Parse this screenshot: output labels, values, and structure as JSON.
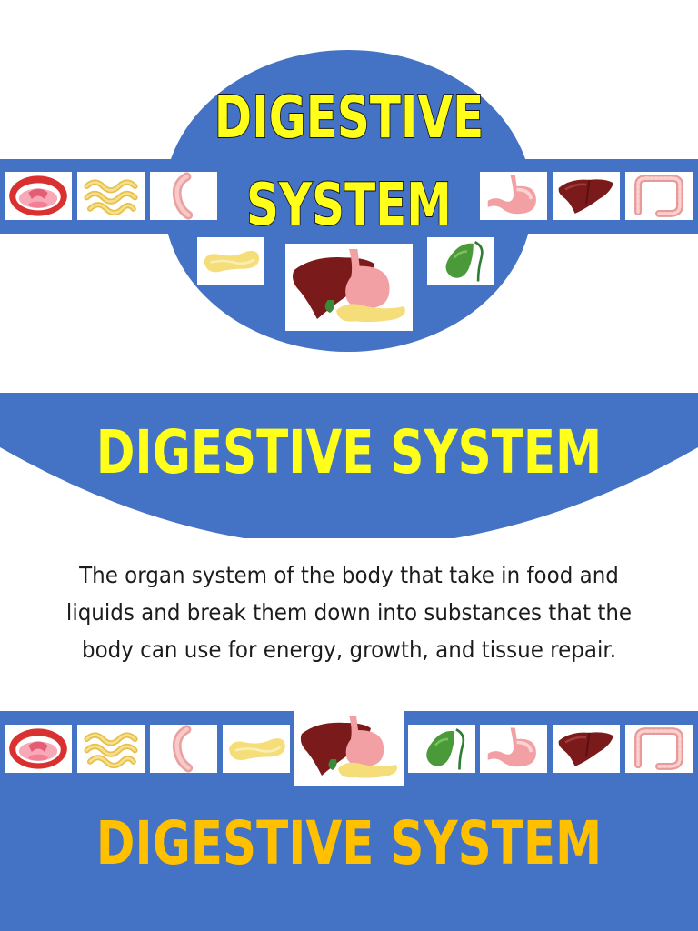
{
  "colors": {
    "blue": "#4472c4",
    "title_yellow": "#ffff1a",
    "bottom_title_yellow": "#ffc000",
    "description_text": "#1c1c1c"
  },
  "top_card": {
    "title_line1": "DIGESTIVE",
    "title_line2": "SYSTEM",
    "left_icons": [
      "mouth-icon",
      "small-intestine-icon",
      "esophagus-icon"
    ],
    "right_icons": [
      "stomach-icon",
      "liver-icon",
      "large-intestine-icon"
    ],
    "bottom_icons": [
      "pancreas-icon",
      "liver-stomach-pancreas-icon",
      "gallbladder-icon"
    ]
  },
  "middle_card": {
    "title": "DIGESTIVE SYSTEM",
    "description_line1": "The organ system of the body that take in food and",
    "description_line2": "liquids and break them down into substances that the",
    "description_line3": "body can use for energy, growth, and tissue repair."
  },
  "bottom_card": {
    "title": "DIGESTIVE SYSTEM",
    "icons": [
      "mouth-icon",
      "small-intestine-icon",
      "esophagus-icon",
      "pancreas-icon",
      "liver-stomach-pancreas-icon",
      "gallbladder-icon",
      "stomach-icon",
      "liver-icon",
      "large-intestine-icon"
    ]
  }
}
